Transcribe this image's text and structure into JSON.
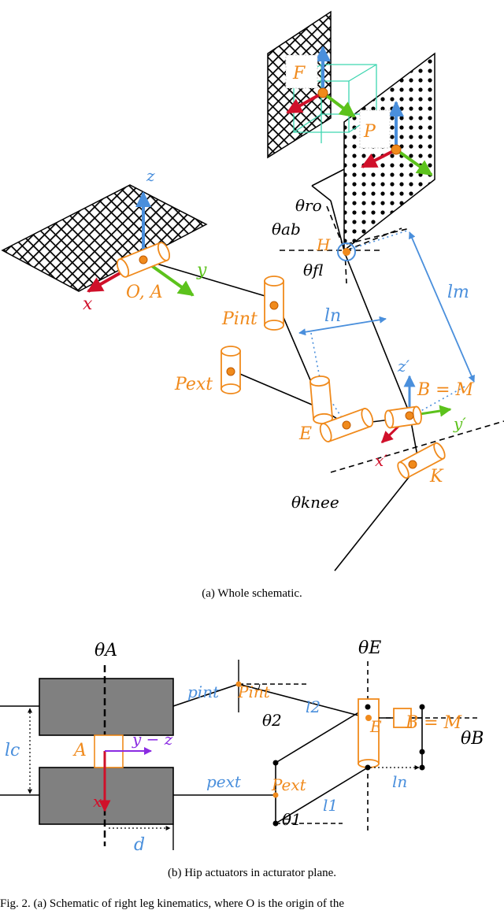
{
  "figure": {
    "top": {
      "caption": "(a) Whole schematic.",
      "labels": {
        "z": "z",
        "y": "y",
        "x": "x",
        "origin": "O, A",
        "F": "F",
        "P": "P",
        "H": "H",
        "theta_ro": "θro",
        "theta_ab": "θab",
        "theta_fl": "θfl",
        "P_int": "Pint",
        "P_ext": "Pext",
        "l_n": "ln",
        "l_m": "lm",
        "E": "E",
        "B_eq_M": "B = M",
        "K": "K",
        "z_prime": "z′",
        "y_prime": "y′",
        "x_prime": "x′",
        "theta_knee": "θknee"
      }
    },
    "bottom": {
      "caption": "(b) Hip actuators in acturator plane.",
      "labels": {
        "theta_A": "θA",
        "theta_E": "θE",
        "theta_B": "θB",
        "p_int": "pint",
        "P_int": "Pint",
        "l_2": "l2",
        "theta_2": "θ2",
        "B_eq_M": "B = M",
        "l_c": "lc",
        "A": "A",
        "y_minus_z": "y − z",
        "x": "x",
        "E": "E",
        "p_ext": "pext",
        "P_ext": "Pext",
        "l_1": "l1",
        "theta_1": "θ1",
        "l_n": "ln",
        "d": "d"
      }
    },
    "footer_text": "Fig. 2. (a) Schematic of right leg kinematics, where O is the origin of the",
    "colors": {
      "orange": "#f08a1c",
      "blue": "#4a8fdc",
      "green": "#5cc21c",
      "red": "#d0102a",
      "teal": "#3dd6b0",
      "purple": "#8a2be2",
      "gray": "#808080"
    }
  }
}
